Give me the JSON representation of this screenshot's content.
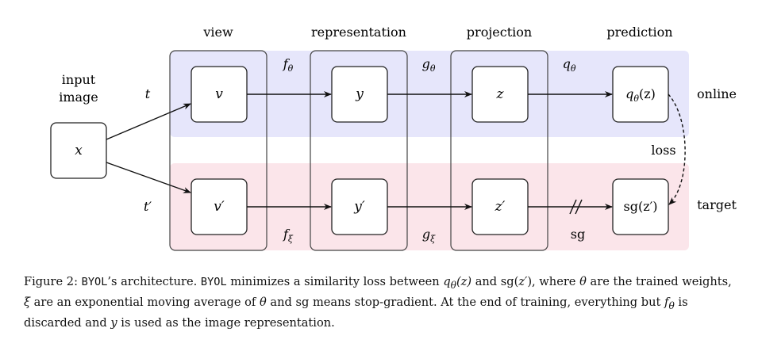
{
  "diagram": {
    "column_labels": {
      "view": "view",
      "representation": "representation",
      "projection": "projection",
      "prediction": "prediction"
    },
    "input_label_line1": "input",
    "input_label_line2": "image",
    "node_labels": {
      "x": "x",
      "v": "v",
      "y": "y",
      "z": "z",
      "q_base": "q",
      "q_sub": "θ",
      "q_arg": "(z)",
      "v_prime": "v′",
      "y_prime": "y′",
      "z_prime": "z′",
      "sg_target": "sg(z′)"
    },
    "edge_labels": {
      "t": "t",
      "t_prime": "t′",
      "f_base": "f",
      "f_theta_sub": "θ",
      "g_base": "g",
      "g_theta_sub": "θ",
      "q_base": "q",
      "q_theta_sub": "θ",
      "f_xi_sub": "ξ",
      "g_xi_sub": "ξ",
      "sg": "sg",
      "loss": "loss"
    },
    "row_labels": {
      "online": "online",
      "target": "target"
    },
    "colors": {
      "online_band": "#e6e6fb",
      "target_band": "#fbe5ea",
      "box_stroke": "#222222",
      "group_stroke": "#444444"
    }
  },
  "caption": {
    "p1": "Figure 2: ",
    "p2": "BYOL",
    "p3": "’s architecture. ",
    "p4": "BYOL",
    "p5": " minimizes a similarity loss between ",
    "p6": "q",
    "p7": "θ",
    "p8": "(z)",
    "p9": " and sg(",
    "p10": "z′",
    "p11": "), where ",
    "p12": "θ",
    "p13": " are the trained weights, ",
    "p14": "ξ",
    "p15": " are an exponential moving average of ",
    "p16": "θ",
    "p17": " and sg means stop-gradient. At the end of training, everything but ",
    "p18": "f",
    "p19": "θ",
    "p20": " is discarded and ",
    "p21": "y",
    "p22": " is used as the image representation."
  }
}
